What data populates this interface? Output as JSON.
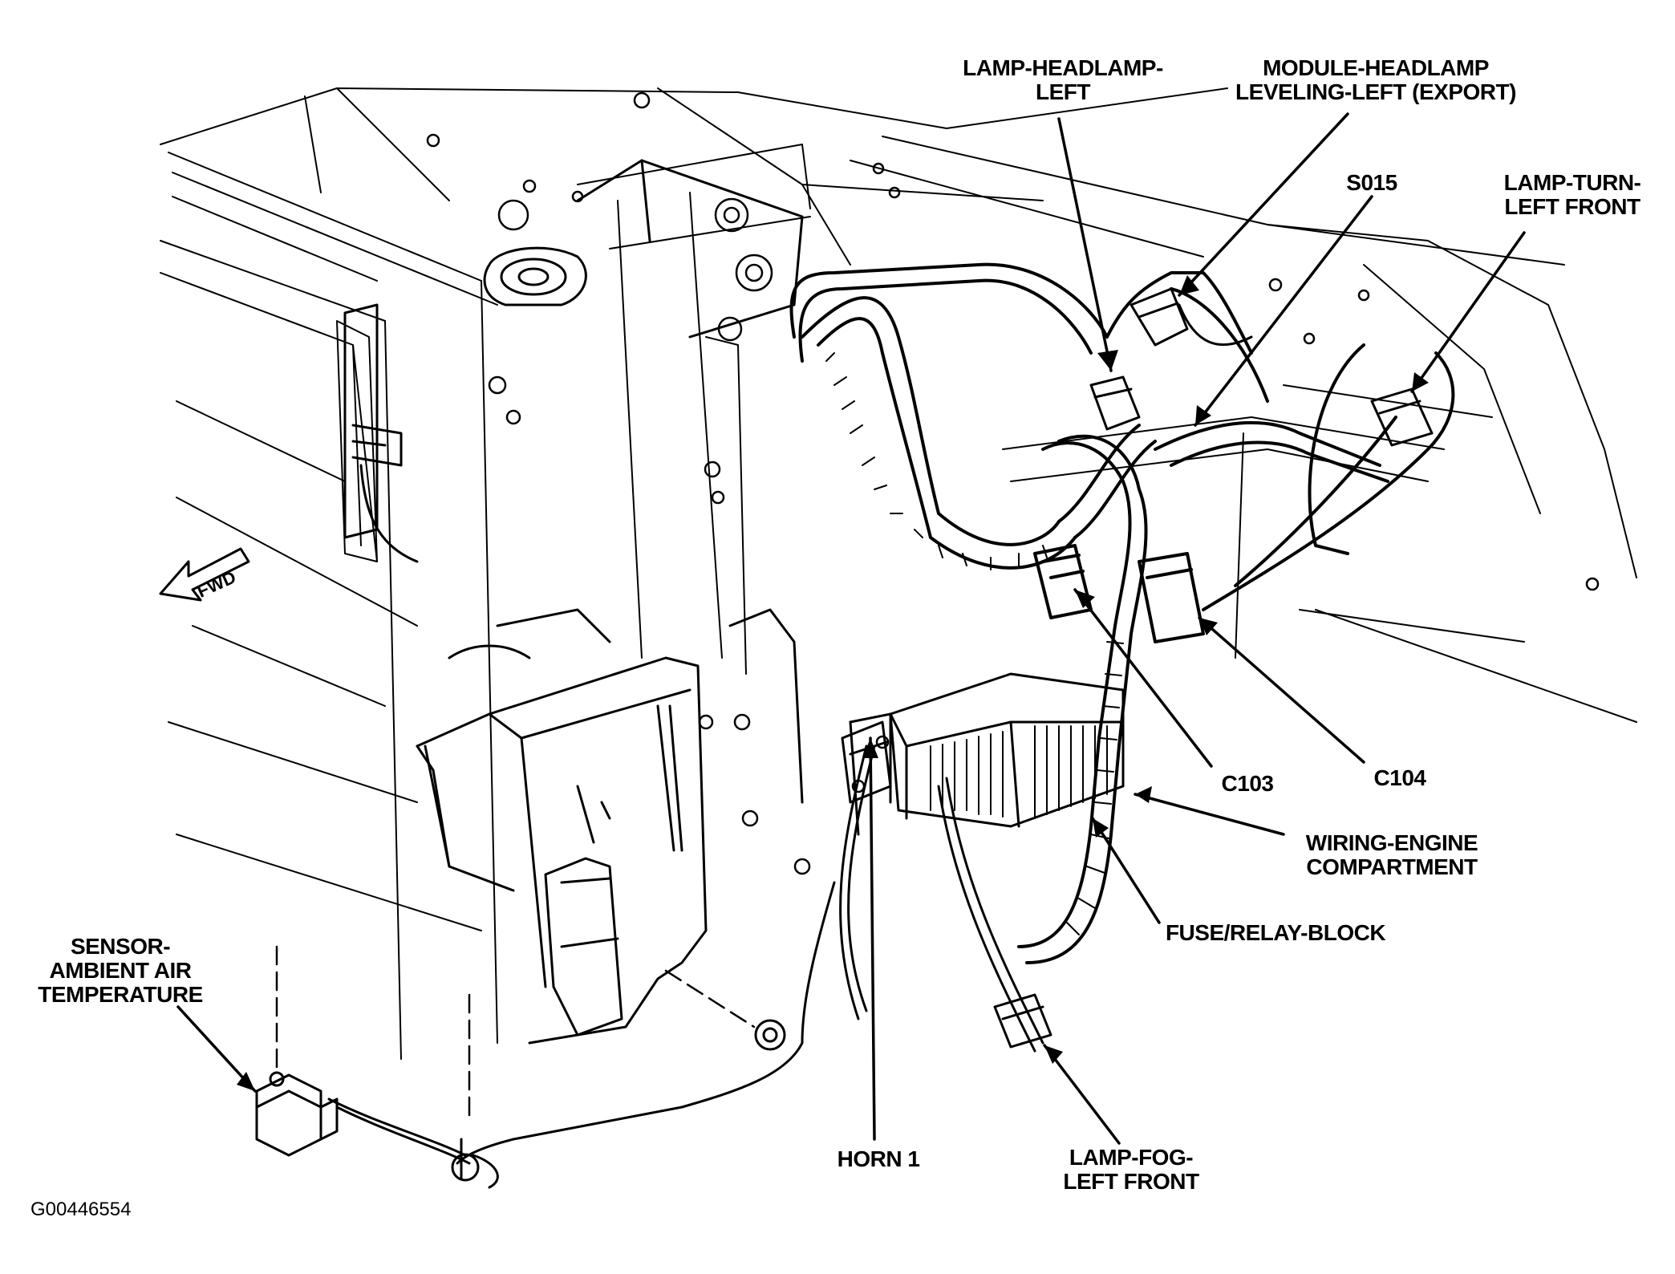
{
  "figure_id": "G00446554",
  "fwd_label": "FWD",
  "labels": {
    "lamp_headlamp_left": [
      "LAMP-HEADLAMP-",
      "LEFT"
    ],
    "module_headlamp_leveling": [
      "MODULE-HEADLAMP",
      "LEVELING-LEFT (EXPORT)"
    ],
    "s015": [
      "S015"
    ],
    "lamp_turn_left_front": [
      "LAMP-TURN-",
      "LEFT FRONT"
    ],
    "c103": [
      "C103"
    ],
    "c104": [
      "C104"
    ],
    "wiring_engine_compartment": [
      "WIRING-ENGINE",
      "COMPARTMENT"
    ],
    "fuse_relay_block": [
      "FUSE/RELAY-BLOCK"
    ],
    "sensor_ambient_air_temp": [
      "SENSOR-",
      "AMBIENT AIR",
      "TEMPERATURE"
    ],
    "horn_1": [
      "HORN 1"
    ],
    "lamp_fog_left_front": [
      "LAMP-FOG-",
      "LEFT FRONT"
    ]
  },
  "colors": {
    "ink": "#000000",
    "paper": "#ffffff"
  }
}
